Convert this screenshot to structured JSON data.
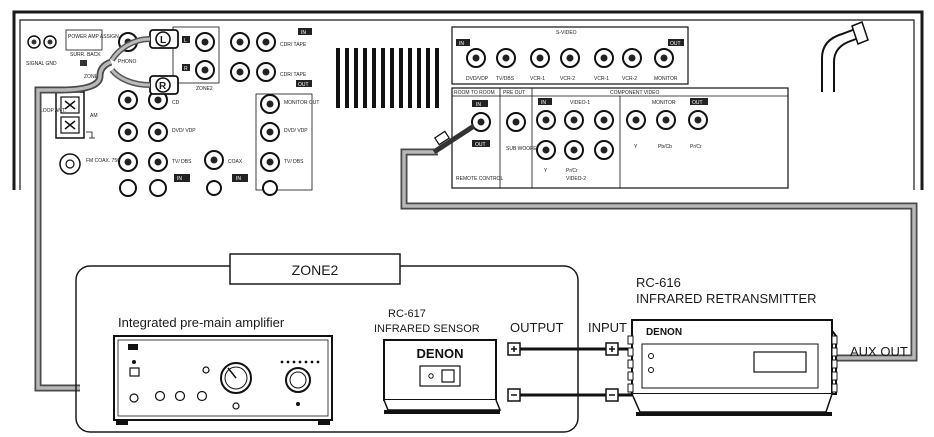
{
  "zone_label": "ZONE2",
  "amplifier": {
    "label": "Integrated pre-main amplifier"
  },
  "sensor": {
    "model": "RC-617",
    "name": "INFRARED SENSOR",
    "brand": "DENON",
    "output_label": "OUTPUT"
  },
  "retransmitter": {
    "model": "RC-616",
    "name": "INFRARED RETRANSMITTER",
    "brand": "DENON",
    "input_label": "INPUT",
    "aux_out_label": "AUX OUT"
  },
  "receiver_panel": {
    "phono": "PHONO",
    "zone2": "ZONE2",
    "cd": "CD",
    "dvd_vdp": "DVD/ VDP",
    "tv_dbs": "TV/ DBS",
    "coax": "COAX",
    "cdr_tape_in": "CDR/ TAPE",
    "cdr_tape_out": "CDR/ TAPE",
    "monitor_out": "MONITOR OUT",
    "dvd_vdp_r": "DVD/ VDP",
    "tv_dbs_r": "TV/ DBS",
    "in": "IN",
    "out": "OUT",
    "l": "L",
    "r": "R",
    "power_amp_assign": "POWER AMP ASSIGN",
    "surr_back": "SURR. BACK",
    "am": "AM",
    "loop_ant": "LOOP ANT.",
    "fm_coax": "FM COAX. 75Ω",
    "signal_gnd": "SIGNAL GND",
    "s_video": "S-VIDEO",
    "sv_labels": [
      "DVD/VDP",
      "TV/DBS",
      "VCR-1",
      "VCR-2",
      "VCR-1",
      "VCR-2",
      "MONITOR"
    ],
    "room_to_room": "ROOM TO ROOM",
    "pre_out": "PRE OUT",
    "component_video": "COMPONENT VIDEO",
    "video1": "VIDEO-1",
    "video2": "VIDEO-2",
    "monitor": "MONITOR",
    "sub_woofer": "SUB WOOFER",
    "remote_control": "REMOTE CONTROL",
    "y": "Y",
    "pb_cb": "Pb/Cb",
    "pr_cr": "Pr/Cr"
  }
}
